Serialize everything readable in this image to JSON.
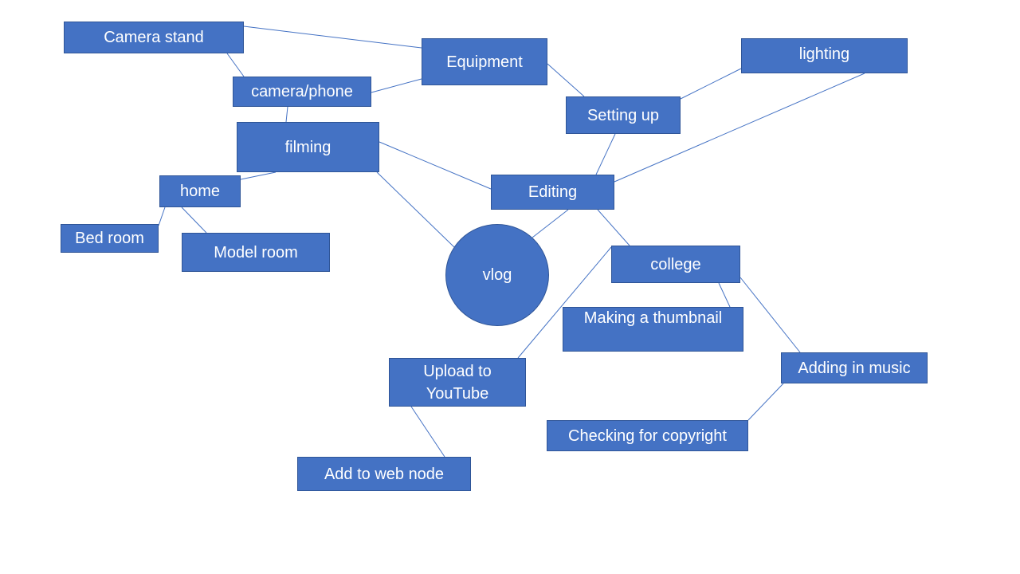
{
  "diagram": {
    "nodes": {
      "camera_stand": "Camera stand",
      "equipment": "Equipment",
      "lighting": "lighting",
      "camera_phone": "camera/phone",
      "setting_up": "Setting up",
      "filming": "filming",
      "home": "home",
      "editing": "Editing",
      "bed_room": "Bed room",
      "model_room": "Model room",
      "vlog": "vlog",
      "college": "college",
      "thumbnail": "Making a thumbnail",
      "upload_line1": "Upload to",
      "upload_line2": "YouTube",
      "music": "Adding in music",
      "copyright": "Checking for copyright",
      "web_node": "Add to web node"
    },
    "connections": [
      [
        "camera_stand",
        "equipment"
      ],
      [
        "camera_stand",
        "camera_phone"
      ],
      [
        "camera_phone",
        "equipment"
      ],
      [
        "camera_phone",
        "filming"
      ],
      [
        "equipment",
        "setting_up"
      ],
      [
        "setting_up",
        "lighting"
      ],
      [
        "setting_up",
        "editing"
      ],
      [
        "lighting",
        "editing"
      ],
      [
        "filming",
        "home"
      ],
      [
        "filming",
        "editing"
      ],
      [
        "filming",
        "vlog"
      ],
      [
        "home",
        "bed_room"
      ],
      [
        "home",
        "model_room"
      ],
      [
        "editing",
        "vlog"
      ],
      [
        "editing",
        "college"
      ],
      [
        "college",
        "thumbnail"
      ],
      [
        "college",
        "upload"
      ],
      [
        "college",
        "music"
      ],
      [
        "music",
        "copyright"
      ],
      [
        "upload",
        "web_node"
      ]
    ],
    "colors": {
      "node_fill": "#4472c4",
      "node_border": "#2f5597",
      "line": "#4472c4",
      "text": "#ffffff"
    }
  }
}
